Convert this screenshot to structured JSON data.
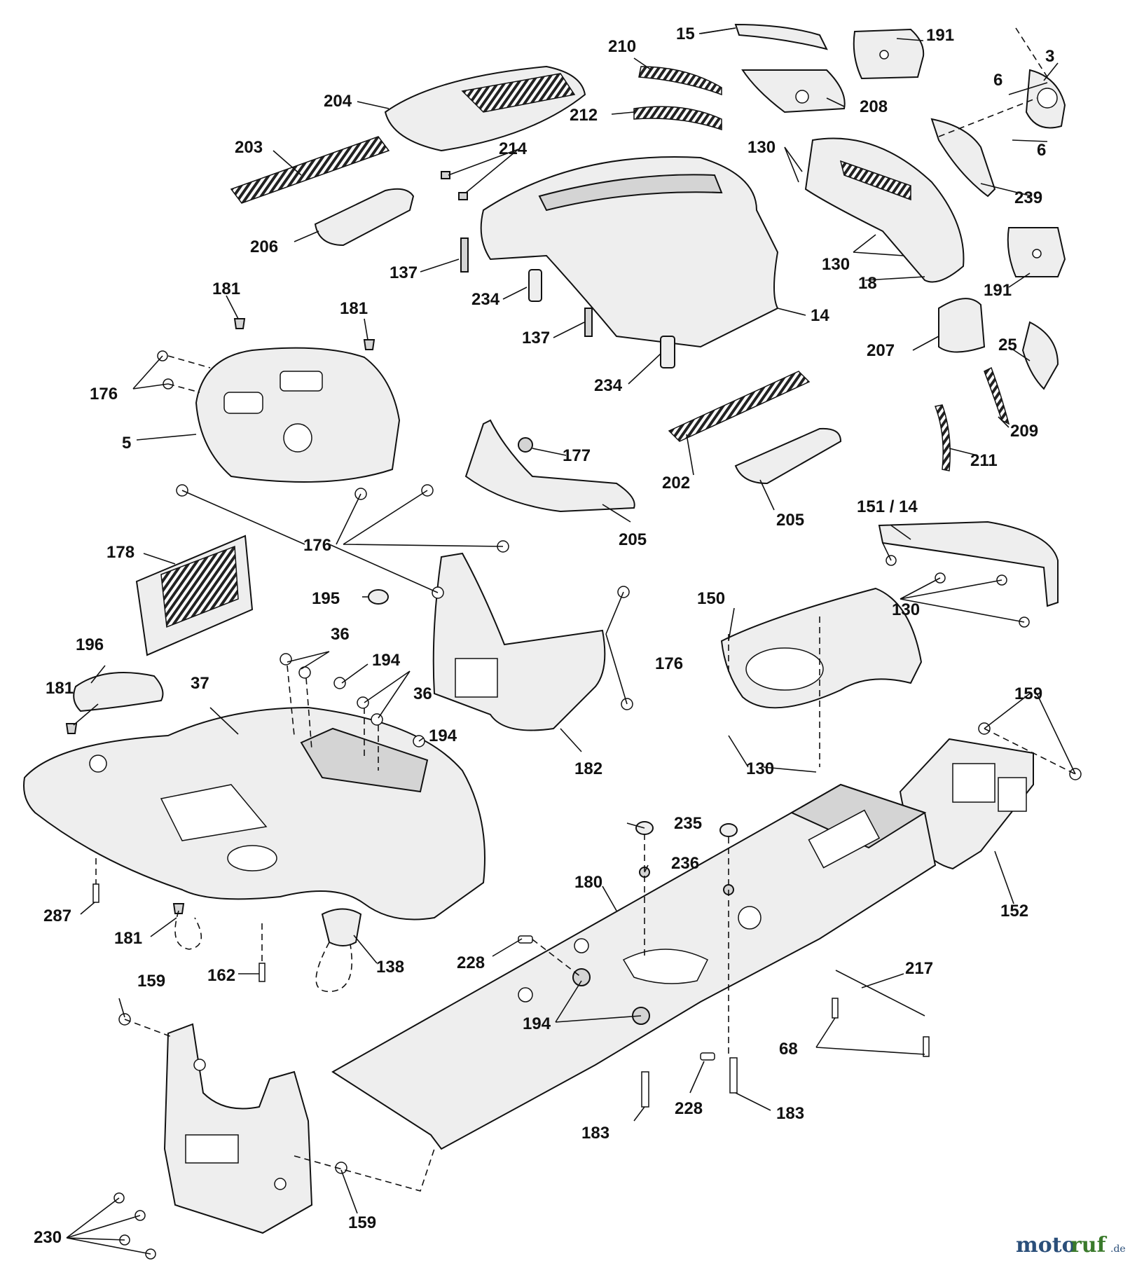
{
  "callouts": {
    "c3": "3",
    "c5": "5",
    "c6a": "6",
    "c6b": "6",
    "c14": "14",
    "c15": "15",
    "c18": "18",
    "c25": "25",
    "c36a": "36",
    "c36b": "36",
    "c37": "37",
    "c68": "68",
    "c130a": "130",
    "c130b": "130",
    "c130c": "130",
    "c130d": "130",
    "c137a": "137",
    "c137b": "137",
    "c138": "138",
    "c150": "150",
    "c151_14": "151 / 14",
    "c152": "152",
    "c159a": "159",
    "c159b": "159",
    "c159c": "159",
    "c162": "162",
    "c176a": "176",
    "c176b": "176",
    "c176c": "176",
    "c177": "177",
    "c178": "178",
    "c180": "180",
    "c181a": "181",
    "c181b": "181",
    "c181c": "181",
    "c181d": "181",
    "c182": "182",
    "c183a": "183",
    "c183b": "183",
    "c191a": "191",
    "c191b": "191",
    "c194a": "194",
    "c194b": "194",
    "c194c": "194",
    "c195": "195",
    "c196": "196",
    "c202": "202",
    "c203": "203",
    "c204": "204",
    "c205a": "205",
    "c205b": "205",
    "c206": "206",
    "c207": "207",
    "c208": "208",
    "c209": "209",
    "c210": "210",
    "c211": "211",
    "c212": "212",
    "c214": "214",
    "c217": "217",
    "c228a": "228",
    "c228b": "228",
    "c230": "230",
    "c234a": "234",
    "c234b": "234",
    "c235": "235",
    "c236": "236",
    "c239": "239",
    "c287": "287"
  },
  "watermark": {
    "brand_a": "moto",
    "brand_b": "ruf",
    "suffix": ".de"
  }
}
